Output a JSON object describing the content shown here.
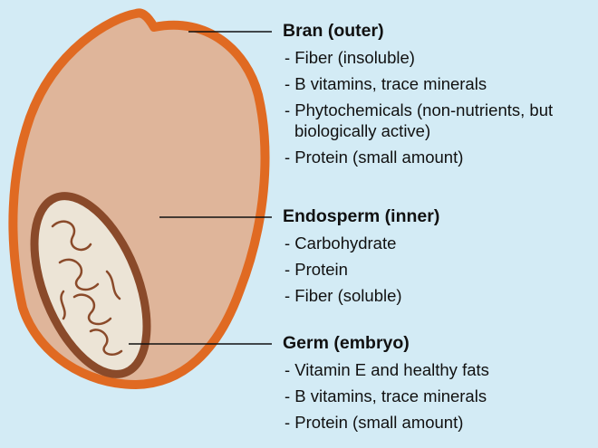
{
  "colors": {
    "background": "#d3ebf5",
    "bran": "#e06a22",
    "endosperm": "#dfb59a",
    "germ_outline": "#8a4a2a",
    "germ_fill": "#ece4d6",
    "leader_line": "#111111"
  },
  "sections": {
    "bran": {
      "heading": "Bran (outer)",
      "items": [
        "- Fiber (insoluble)",
        "- B vitamins, trace minerals",
        "- Phytochemicals (non-nutrients, but biologically active)",
        "- Protein (small amount)"
      ]
    },
    "endosperm": {
      "heading": "Endosperm (inner)",
      "items": [
        "- Carbohydrate",
        "- Protein",
        "- Fiber (soluble)"
      ]
    },
    "germ": {
      "heading": "Germ (embryo)",
      "items": [
        "- Vitamin E and healthy fats",
        "- B vitamins, trace minerals",
        "- Protein (small amount)"
      ]
    }
  }
}
